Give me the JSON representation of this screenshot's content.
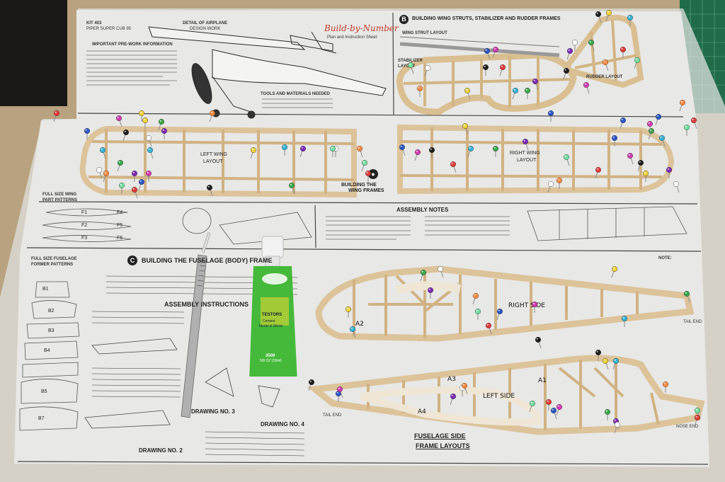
{
  "colors": {
    "board": "#b9a27f",
    "paper": "#e8e8e6",
    "balsa": "#dcc39a",
    "balsa_dark": "#c7a878",
    "mat": "#1f6b4a",
    "glue_green": "#45b93a"
  },
  "plan_sheet": {
    "kit_title": "KIT 403",
    "kit_subtitle": "PIPER SUPER CUB 95",
    "brand_logo": "Build-by-Number",
    "brand_caption": "Plan and Instruction Sheet",
    "pre_work_heading": "IMPORTANT PRE-WORK INFORMATION",
    "detail_heading": "DETAIL OF AIRPLANE",
    "detail_sub": "DESIGN WORK",
    "tools_heading": "TOOLS AND MATERIALS NEEDED",
    "section_b_heading": "BUILDING WING STRUTS, STABILIZER AND RUDDER FRAMES",
    "wing_strut_layout": "WING STRUT LAYOUT",
    "stabilizer_label": "STABILIZER",
    "layout_label": "LAYOUT",
    "rudder_layout": "RUDDER LAYOUT",
    "left_wing_layout": "LEFT WING",
    "left_wing_layout_2": "LAYOUT",
    "right_wing_layout": "RIGHT WING",
    "right_wing_layout_2": "LAYOUT",
    "building_wing_frames": "BUILDING THE",
    "building_wing_frames_2": "WING FRAMES",
    "full_size_wing_patterns": "FULL SIZE WING",
    "full_size_wing_patterns_2": "PART PATTERNS",
    "assembly_notes": "ASSEMBLY NOTES",
    "full_size_fuselage": "FULL SIZE FUSELAGE",
    "former_patterns": "FORMER PATTERNS",
    "section_c_heading": "BUILDING THE FUSELAGE (BODY) FRAME",
    "assembly_instructions": "ASSEMBLY INSTRUCTIONS",
    "right_side": "RIGHT SIDE",
    "left_side": "LEFT SIDE",
    "fuselage_side": "FUSELAGE SIDE",
    "frame_layouts": "FRAME LAYOUTS",
    "drawing_no_2": "DRAWING NO. 2",
    "drawing_no_3": "DRAWING NO. 3",
    "drawing_no_4": "DRAWING NO. 4",
    "note_label": "NOTE:",
    "tail_end": "TAIL END",
    "nose_end": "NOSE END",
    "a1": "A1",
    "a2": "A2",
    "a3": "A3",
    "a4": "A4",
    "b1": "B1",
    "b2": "B2",
    "b3": "B3",
    "b4": "B4",
    "b5": "B5",
    "b7": "B7",
    "f1": "F1",
    "f2": "F2",
    "f3": "F3",
    "f4": "F4",
    "f5": "F5",
    "f6": "F6",
    "badge_b": "B",
    "badge_c": "C"
  },
  "glue_tube": {
    "brand": "TESTORS",
    "label_line_1": "Cement",
    "label_line_2": "Model & Wood",
    "item_number": "3509",
    "size": "5/8 OZ (18ml)"
  },
  "pins": {
    "palette": [
      "#e23b3b",
      "#2b55c7",
      "#d23bb0",
      "#1d1d1d",
      "#f2d23a",
      "#35b3d6",
      "#3aa84b",
      "#7a2bb5",
      "#ffffff",
      "#ff8a3d",
      "#73e0a0"
    ]
  }
}
